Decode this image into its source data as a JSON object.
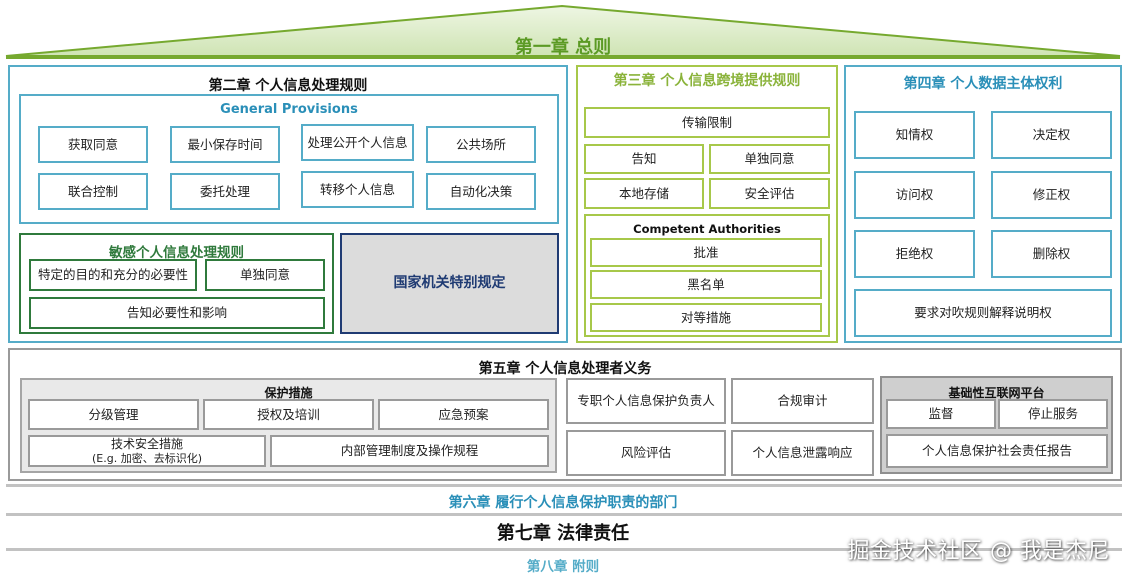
{
  "ch1": {
    "title": "第一章 总则"
  },
  "ch2": {
    "title": "第二章 个人信息处理规则",
    "general": {
      "title": "General Provisions",
      "items": [
        "获取同意",
        "最小保存时间",
        "处理公开个人信息",
        "公共场所",
        "联合控制",
        "委托处理",
        "转移个人信息",
        "自动化决策"
      ]
    },
    "sensitive": {
      "title": "敏感个人信息处理规则",
      "items": [
        "特定的目的和充分的必要性",
        "单独同意",
        "告知必要性和影响"
      ]
    },
    "state": {
      "title": "国家机关特别规定"
    }
  },
  "ch3": {
    "title": "第三章 个人信息跨境提供规则",
    "items": [
      "传输限制",
      "告知",
      "单独同意",
      "本地存储",
      "安全评估"
    ],
    "authorities": {
      "title": "Competent Authorities",
      "items": [
        "批准",
        "黑名单",
        "对等措施"
      ]
    }
  },
  "ch4": {
    "title": "第四章 个人数据主体权利",
    "items": [
      "知情权",
      "决定权",
      "访问权",
      "修正权",
      "拒绝权",
      "删除权",
      "要求对吹规则解释说明权"
    ]
  },
  "ch5": {
    "title": "第五章 个人信息处理者义务",
    "protect": {
      "title": "保护措施",
      "items": [
        "分级管理",
        "授权及培训",
        "应急预案",
        "技术安全措施",
        "(E.g. 加密、去标识化)",
        "内部管理制度及操作规程"
      ]
    },
    "middle": [
      "专职个人信息保护负责人",
      "合规审计",
      "风险评估",
      "个人信息泄露响应"
    ],
    "platform": {
      "title": "基础性互联网平台",
      "items": [
        "监督",
        "停止服务",
        "个人信息保护社会责任报告"
      ]
    }
  },
  "ch6": {
    "title": "第六章 履行个人信息保护职责的部门"
  },
  "ch7": {
    "title": "第七章 法律责任"
  },
  "ch8": {
    "title": "第八章 附则"
  },
  "watermark": "掘金技术社区 @ 我是杰尼",
  "colors": {
    "green_roof": "#76a92f",
    "blue": "#55acc8",
    "light_green": "#a7c84a",
    "dark_green": "#2f7a3c",
    "navy": "#1f3b73",
    "gray": "#9a9a9a"
  }
}
